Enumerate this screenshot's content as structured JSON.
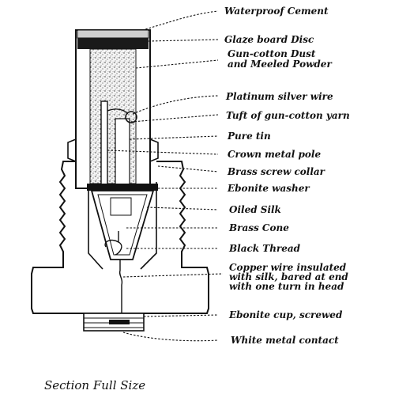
{
  "callouts": [
    {
      "id": "waterproof-cement",
      "lines": [
        "Waterproof Cement"
      ]
    },
    {
      "id": "glaze-board-disc",
      "lines": [
        "Glaze board Disc"
      ]
    },
    {
      "id": "gun-cotton-dust",
      "lines": [
        "Gun-cotton Dust",
        "and Meeled Powder"
      ]
    },
    {
      "id": "platinum-silver-wire",
      "lines": [
        "Platinum silver wire"
      ]
    },
    {
      "id": "tuft-of-gun-cotton-yarn",
      "lines": [
        "Tuft of gun-cotton yarn"
      ]
    },
    {
      "id": "pure-tin",
      "lines": [
        "Pure tin"
      ]
    },
    {
      "id": "crown-metal-pole",
      "lines": [
        "Crown metal pole"
      ]
    },
    {
      "id": "brass-screw-collar",
      "lines": [
        "Brass screw collar"
      ]
    },
    {
      "id": "ebonite-washer",
      "lines": [
        "Ebonite washer"
      ]
    },
    {
      "id": "oiled-silk",
      "lines": [
        "Oiled Silk"
      ]
    },
    {
      "id": "brass-cone",
      "lines": [
        "Brass Cone"
      ]
    },
    {
      "id": "black-thread",
      "lines": [
        "Black Thread"
      ]
    },
    {
      "id": "copper-wire-insulated",
      "lines": [
        "Copper wire insulated",
        "with silk, bared at end",
        "with one turn in head"
      ]
    },
    {
      "id": "ebonite-cup-screwed",
      "lines": [
        "Ebonite cup, screwed"
      ]
    },
    {
      "id": "white-metal-contact",
      "lines": [
        "White metal contact"
      ]
    }
  ],
  "caption": "Section Full Size"
}
